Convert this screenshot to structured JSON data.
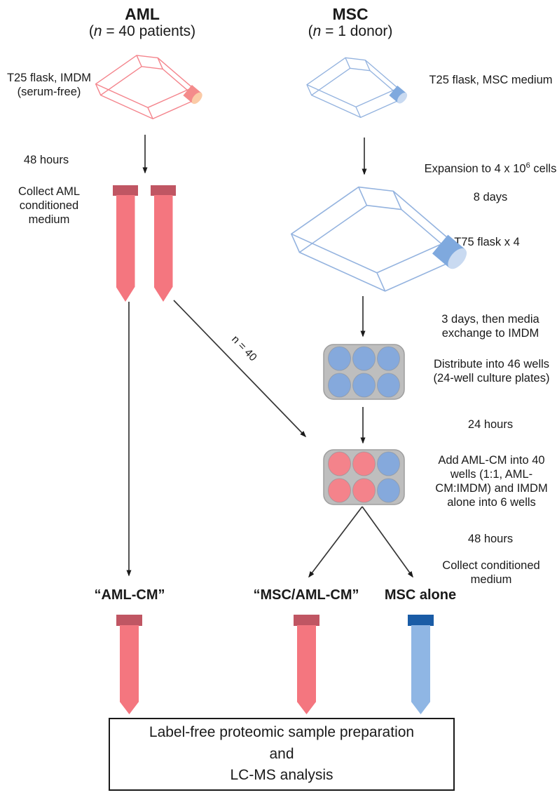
{
  "colors": {
    "text": "#1a1a1a",
    "arrow": "#363636",
    "aml_red": "#F4767F",
    "aml_cap_red": "#C05663",
    "msc_blue": "#8FB6E4",
    "msc_cap_blue": "#1A5CA6",
    "flask_red": "#F4858D",
    "flask_red_cap": "#F48B8B",
    "flask_red_cap_face": "#FBCBA7",
    "flask_blue": "#94B3DF",
    "flask_blue_cap": "#7FA9DE",
    "flask_blue_cap_face": "#C9DAF1",
    "plate_gray": "#BEBEBE",
    "plate_border": "#9E9E9E",
    "red_well": "#F4838B",
    "blue_well": "#85A9DC"
  },
  "aml_column": {
    "title": "AML",
    "subtitle_open": "(",
    "subtitle_n": "n",
    "subtitle_rest": " = 40 patients)",
    "flask_label": "T25 flask, IMDM\n(serum-free)",
    "step_48_hours": "48 hours",
    "collect_label": "Collect AML\nconditioned\nmedium"
  },
  "msc_column": {
    "title": "MSC",
    "subtitle_open": "(",
    "subtitle_n": "n",
    "subtitle_rest": " = 1 donor)",
    "t25_label": "T25 flask, MSC medium",
    "expansion_line1_prefix": "Expansion to 4 x 10",
    "expansion_exponent": "6",
    "expansion_line1_suffix": " cells",
    "expansion_line2": "8 days",
    "t75_label": "T75 flask x 4",
    "media_exchange_label": "3 days, then media\nexchange to IMDM",
    "distribute_label": "Distribute into 46 wells\n(24-well culture plates)",
    "step_24_hours": "24 hours",
    "add_aml_cm_label": "Add AML-CM into 40\nwells (1:1, AML-\nCM:IMDM) and IMDM\nalone into 6 wells",
    "step_48_hours": "48 hours",
    "collect_cm_label": "Collect conditioned\nmedium"
  },
  "n40_arrow_label": "n = 40",
  "outputs": [
    {
      "label": "“AML-CM”",
      "tube": "red"
    },
    {
      "label": "“MSC/AML-CM”",
      "tube": "red"
    },
    {
      "label": "MSC alone",
      "tube": "blue"
    }
  ],
  "plates": {
    "plate1": {
      "wells": [
        "blue",
        "blue",
        "blue",
        "blue",
        "blue",
        "blue"
      ]
    },
    "plate2": {
      "wells": [
        "red",
        "red",
        "blue",
        "red",
        "red",
        "blue"
      ]
    }
  },
  "final_box": {
    "text": "Label-free proteomic sample preparation\nand\nLC-MS analysis"
  }
}
